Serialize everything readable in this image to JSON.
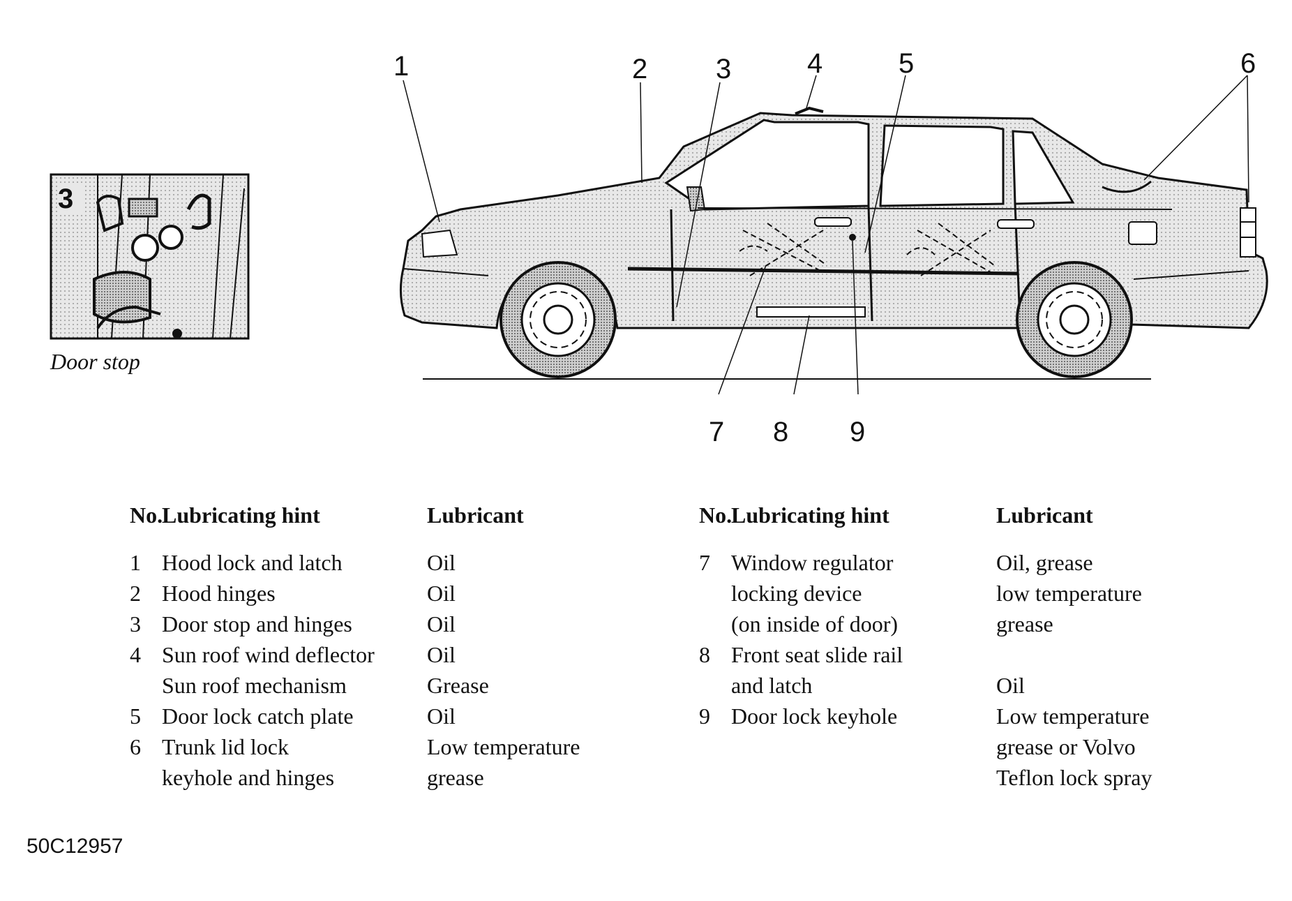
{
  "callouts": [
    {
      "id": "1",
      "label": "1"
    },
    {
      "id": "2",
      "label": "2"
    },
    {
      "id": "3",
      "label": "3"
    },
    {
      "id": "4",
      "label": "4"
    },
    {
      "id": "5",
      "label": "5"
    },
    {
      "id": "6",
      "label": "6"
    },
    {
      "id": "7",
      "label": "7"
    },
    {
      "id": "8",
      "label": "8"
    },
    {
      "id": "9",
      "label": "9"
    }
  ],
  "inset": {
    "number": "3",
    "caption": "Door stop"
  },
  "table_headers": {
    "no": "No.",
    "hint": "Lubricating hint",
    "lubricant": "Lubricant"
  },
  "table_left": [
    {
      "no": "1",
      "hint": [
        "Hood lock and latch"
      ],
      "lubricant": [
        "Oil"
      ]
    },
    {
      "no": "2",
      "hint": [
        "Hood hinges"
      ],
      "lubricant": [
        "Oil"
      ]
    },
    {
      "no": "3",
      "hint": [
        "Door stop and hinges"
      ],
      "lubricant": [
        "Oil"
      ]
    },
    {
      "no": "4",
      "hint": [
        "Sun roof wind deflector",
        "Sun roof mechanism"
      ],
      "lubricant": [
        "Oil",
        "Grease"
      ]
    },
    {
      "no": "5",
      "hint": [
        "Door lock catch plate"
      ],
      "lubricant": [
        "Oil"
      ]
    },
    {
      "no": "6",
      "hint": [
        "Trunk lid lock",
        "keyhole and hinges"
      ],
      "lubricant": [
        "Low temperature",
        "grease"
      ]
    }
  ],
  "table_right": [
    {
      "no": "7",
      "hint": [
        "Window regulator",
        "locking device",
        "(on inside of door)"
      ],
      "lubricant": [
        "Oil, grease",
        "low temperature",
        "grease"
      ]
    },
    {
      "no": "8",
      "hint": [
        "Front seat slide rail",
        "and latch"
      ],
      "lubricant": [
        "",
        "Oil"
      ]
    },
    {
      "no": "9",
      "hint": [
        "Door lock keyhole"
      ],
      "lubricant": [
        "Low temperature",
        "grease or Volvo",
        "Teflon lock spray"
      ]
    }
  ],
  "figure_code": "50C12957"
}
